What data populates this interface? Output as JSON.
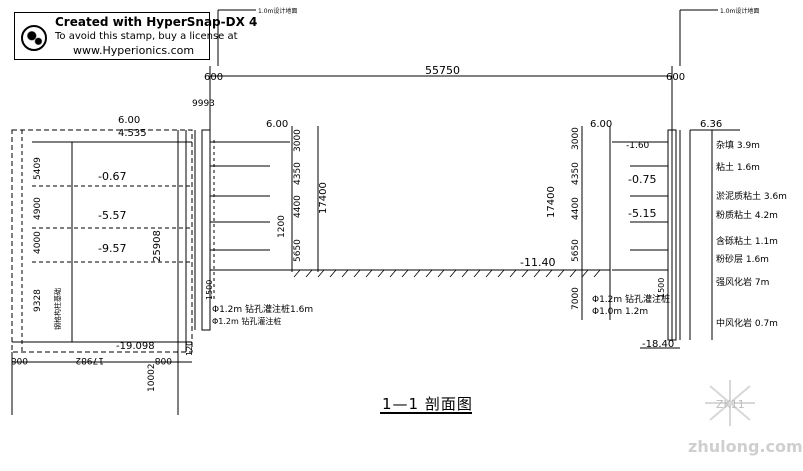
{
  "stamp": {
    "line1": "Created with HyperSnap-DX 4",
    "line2": "To avoid this stamp, buy a license at",
    "line3": "www.Hyperionics.com"
  },
  "title": "1—1 剖面图",
  "watermark": {
    "text": "zhulong.com",
    "tag": "ZK11"
  },
  "dims": {
    "span": "55750",
    "left_wall": "600",
    "right_wall": "600",
    "small_left": "9993",
    "top_left_a": "6.00",
    "top_left_b": "4.535",
    "mid_left_a": "6.00",
    "mid_right_a": "6.00",
    "right_top_level": "6.36",
    "left_h1": "5409",
    "left_h2": "4900",
    "left_h3": "4000",
    "left_h4": "9328",
    "left_total": "25908",
    "left_bottom_a": "008",
    "left_bottom_b": "17982",
    "left_bottom_c": "008",
    "left_bottom_total": "10002",
    "left_bottom_small": "120",
    "left_bottom_small2": "006",
    "inner_left_h1": "3000",
    "inner_left_h2": "4350",
    "inner_left_h3": "4400",
    "inner_left_h4": "1200",
    "inner_left_h5": "5650",
    "inner_left_total": "17400",
    "inner_right_h1": "3000",
    "inner_right_h2": "4350",
    "inner_right_h3": "4400",
    "inner_right_h4": "5650",
    "inner_right_h5": "7000",
    "inner_right_total": "17400",
    "right_wall_gap": "1500",
    "left_wall_gap": "1500"
  },
  "levels": {
    "l_067": "-0.67",
    "l_557": "-5.57",
    "l_957": "-9.57",
    "l_19098": "-19.098",
    "r_075": "-0.75",
    "r_515": "-5.15",
    "r_160": "-1.60",
    "pit": "-11.40",
    "r_1840": "-18.40"
  },
  "notes": {
    "left_pile": "Φ1.2m 钻孔灌注桩1.6m",
    "left_pile2": "Φ1.2m 钻孔灌注桩",
    "right_pile": "Φ1.2m 钻孔灌注桩",
    "right_pile2": "Φ1.0m 1.2m",
    "left_col": "钢格构柱基础",
    "soil_1": "杂填 3.9m",
    "soil_2": "粘土 1.6m",
    "soil_3": "淤泥质粘土 3.6m",
    "soil_4": "粉质粘土 4.2m",
    "soil_5": "含砾粘土 1.1m",
    "soil_6": "粉砂层 1.6m",
    "soil_7": "强风化岩 7m",
    "soil_8": "中风化岩 0.7m",
    "top_tag_left": "1.0m设计地面",
    "top_tag_right": "1.0m设计地面"
  }
}
